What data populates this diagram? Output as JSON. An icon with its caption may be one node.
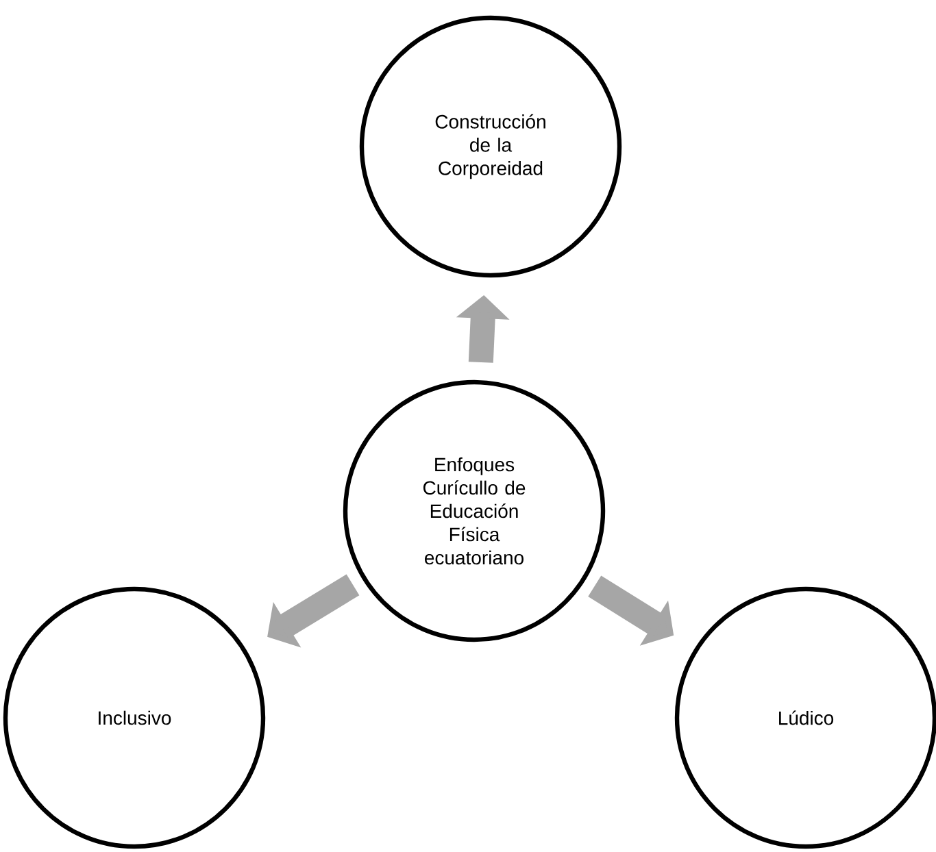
{
  "diagram": {
    "nodes": [
      {
        "text": [
          "Construcción de la Corporeidad"
        ]
      },
      {
        "text": [
          "Enfoques Curícullo de Educación Física ecuatoriano"
        ]
      },
      {
        "text": [
          "Inclusivo"
        ]
      },
      {
        "text": [
          "Lúdico"
        ]
      }
    ],
    "edges": [
      {
        "from": 1,
        "to": 0,
        "arrow": "to"
      },
      {
        "from": 1,
        "to": 2,
        "arrow": "to"
      },
      {
        "from": 1,
        "to": 3,
        "arrow": "to"
      }
    ]
  }
}
